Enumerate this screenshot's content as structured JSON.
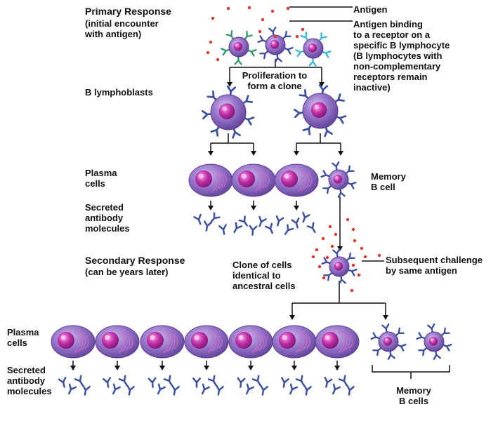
{
  "colors": {
    "cell_body": "#8f6bc4",
    "cell_dark": "#5c3f96",
    "nucleus": "#c02fa8",
    "antibody": "#3c4e9e",
    "antibody_green": "#2e9a6a",
    "antibody_cyan": "#38b6d6",
    "antigen": "#e8322e",
    "line": "#111111"
  },
  "labels": {
    "antigen": "Antigen",
    "antigen_binding": "Antigen binding\nto a receptor on a\nspecific B lymphocyte\n(B lymphocytes with\nnon-complementary\nreceptors remain\ninactive)",
    "primary_title": "Primary Response",
    "primary_sub": "(initial encounter\nwith antigen)",
    "proliferation": "Proliferation to\nform a clone",
    "b_lymphoblasts": "B lymphoblasts",
    "plasma_cells_1": "Plasma\ncells",
    "memory_b_cell": "Memory\nB cell",
    "secreted_1": "Secreted\nantibody\nmolecules",
    "secondary_title": "Secondary Response",
    "secondary_sub": "(can be years later)",
    "clone_identical": "Clone of cells\nidentical to\nancestral cells",
    "subsequent": "Subsequent challenge\nby same antigen",
    "plasma_cells_2": "Plasma\ncells",
    "secreted_2": "Secreted\nantibody\nmolecules",
    "memory_b_cells": "Memory\nB cells"
  }
}
